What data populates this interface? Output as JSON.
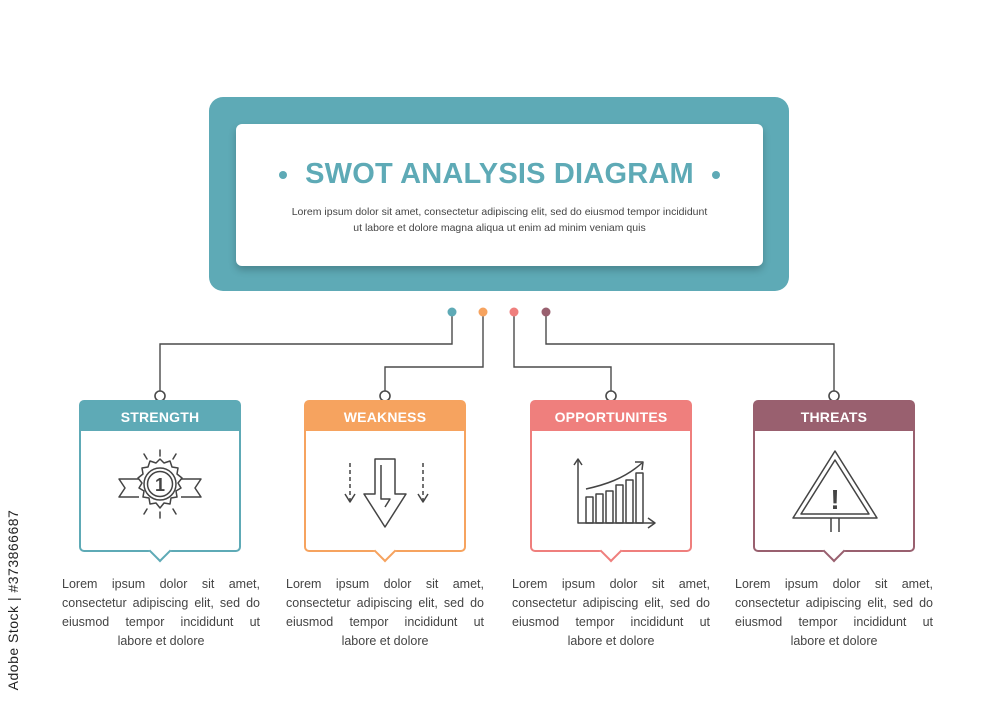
{
  "header": {
    "title": "SWOT ANALYSIS DIAGRAM",
    "subtitle": "Lorem ipsum dolor sit amet, consectetur adipiscing elit, sed do eiusmod tempor incididunt ut labore et dolore magna aliqua ut enim ad minim veniam quis"
  },
  "colors": {
    "teal": "#5eaab6",
    "orange": "#f6a35f",
    "coral": "#ef7f7d",
    "plum": "#99606f",
    "line": "#4a4a4a"
  },
  "cards": [
    {
      "label": "STRENGTH",
      "icon": "medal-icon",
      "color": "#5eaab6",
      "medal_number": "1",
      "description": "Lorem ipsum dolor sit amet, consectetur adipiscing elit, sed do eiusmod tempor incididunt ut labore et dolore"
    },
    {
      "label": "WEAKNESS",
      "icon": "down-arrows-icon",
      "color": "#f6a35f",
      "description": "Lorem ipsum dolor sit amet, consectetur adipiscing elit, sed do eiusmod tempor incididunt ut labore et dolore"
    },
    {
      "label": "OPPORTUNITES",
      "icon": "growth-chart-icon",
      "color": "#ef7f7d",
      "description": "Lorem ipsum dolor sit amet, consectetur adipiscing elit, sed do eiusmod tempor incididunt ut labore et dolore"
    },
    {
      "label": "THREATS",
      "icon": "warning-icon",
      "color": "#99606f",
      "warning_mark": "!",
      "description": "Lorem ipsum dolor sit amet, consectetur adipiscing elit, sed do eiusmod tempor incididunt ut labore et dolore"
    }
  ],
  "watermark": "Adobe Stock | #373866687"
}
